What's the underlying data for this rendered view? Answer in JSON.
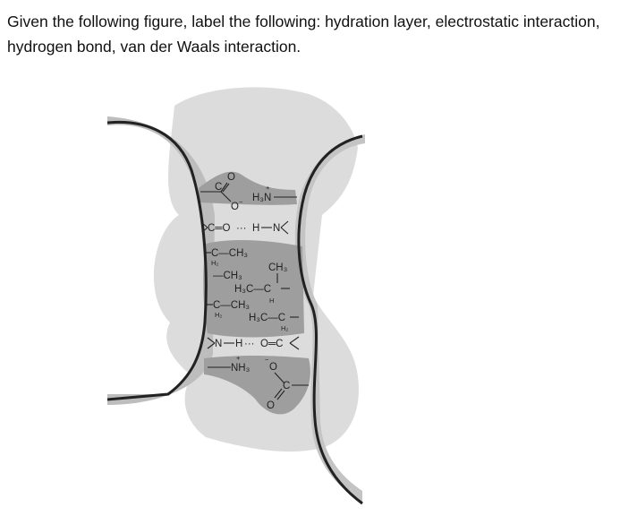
{
  "question": "Given the following figure, label the following: hydration layer, electrostatic interaction, hydrogen bond, van der Waals interaction.",
  "figure": {
    "top_salt_bridge": {
      "carboxylate_C": "C",
      "carboxylate_O": "O",
      "carboxylate_O_minus": "O",
      "minus": "−",
      "amine": "H₃N",
      "plus": "+"
    },
    "top_hbond": {
      "left": "C═O",
      "dots": "···",
      "H": "H",
      "N": "N"
    },
    "hydrophobic": {
      "methylene_1": "C—CH₃",
      "methylene_1_h2": "H₂",
      "methyl_2": "—CH₃",
      "methyl_right": "CH₃",
      "ch_right": "H₃C—C",
      "ch_h": "H",
      "methylene_3": "C—CH₃",
      "methylene_3_h2": "H₂",
      "methylene_right": "H₃C—C",
      "methylene_right_h2": "H₂"
    },
    "bottom_hbond": {
      "N": "N",
      "H": "H",
      "dots": "···",
      "right": "O═C"
    },
    "bottom_salt_bridge": {
      "amine": "NH₃",
      "plus": "+",
      "carboxylate_O_minus": "O",
      "minus": "−",
      "carboxylate_C": "C",
      "carboxylate_O": "O"
    }
  },
  "colors": {
    "background_gray": "#d9d9d9",
    "pocket_gray": "#9e9e9e",
    "outline": "#222222",
    "text": "#111111"
  }
}
